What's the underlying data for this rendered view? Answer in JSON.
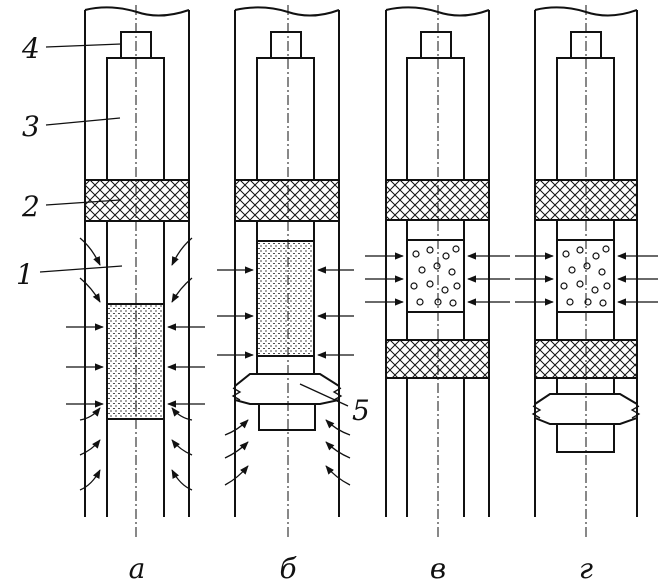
{
  "labels": {
    "l1": "1",
    "l2": "2",
    "l3": "3",
    "l4": "4",
    "l5": "5"
  },
  "captions": {
    "a": "а",
    "b": "б",
    "v": "в",
    "g": "г"
  }
}
